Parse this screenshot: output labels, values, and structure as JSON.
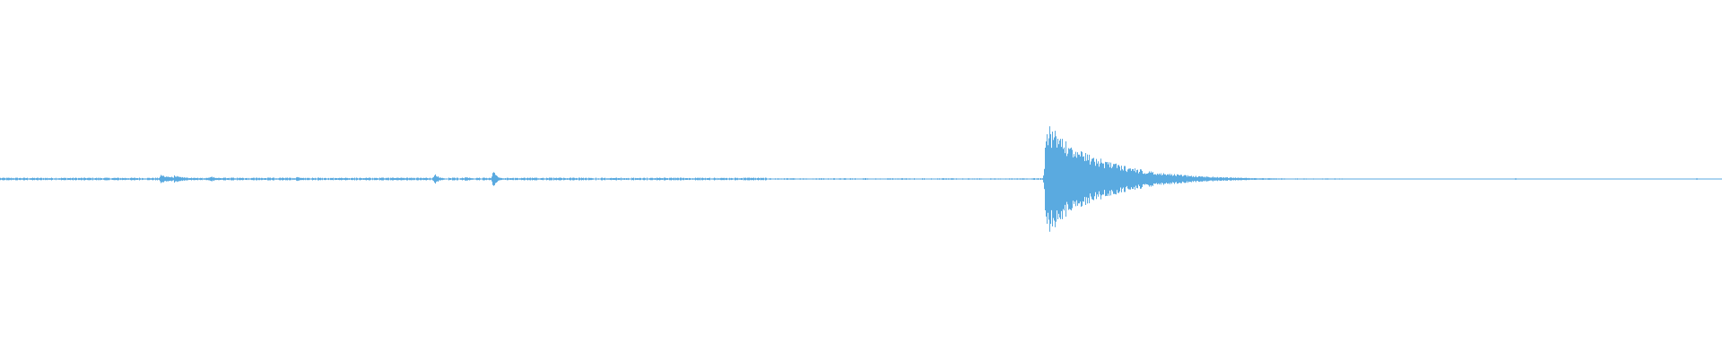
{
  "waveform": {
    "color": "#5aaae0",
    "background": "#ffffff",
    "duration_fraction_extent": 1.0,
    "events": [
      {
        "t": 0.093,
        "amp": 0.025,
        "decay": 0.01
      },
      {
        "t": 0.101,
        "amp": 0.02,
        "decay": 0.008
      },
      {
        "t": 0.122,
        "amp": 0.016,
        "decay": 0.006
      },
      {
        "t": 0.172,
        "amp": 0.014,
        "decay": 0.004
      },
      {
        "t": 0.252,
        "amp": 0.032,
        "decay": 0.003
      },
      {
        "t": 0.27,
        "amp": 0.014,
        "decay": 0.004
      },
      {
        "t": 0.286,
        "amp": 0.06,
        "decay": 0.002
      },
      {
        "t": 0.607,
        "amp": 0.34,
        "decay": 0.03
      }
    ],
    "noise_level": 0.006,
    "noise_segments": [
      {
        "from": 0.0,
        "to": 0.445,
        "level": 1.0
      },
      {
        "from": 0.445,
        "to": 0.55,
        "level": 0.6
      },
      {
        "from": 0.55,
        "to": 0.6,
        "level": 0.55
      },
      {
        "from": 0.6,
        "to": 0.67,
        "level": 0.7
      },
      {
        "from": 0.67,
        "to": 0.78,
        "level": 0.45
      },
      {
        "from": 0.78,
        "to": 0.82,
        "level": 0.3
      }
    ]
  }
}
